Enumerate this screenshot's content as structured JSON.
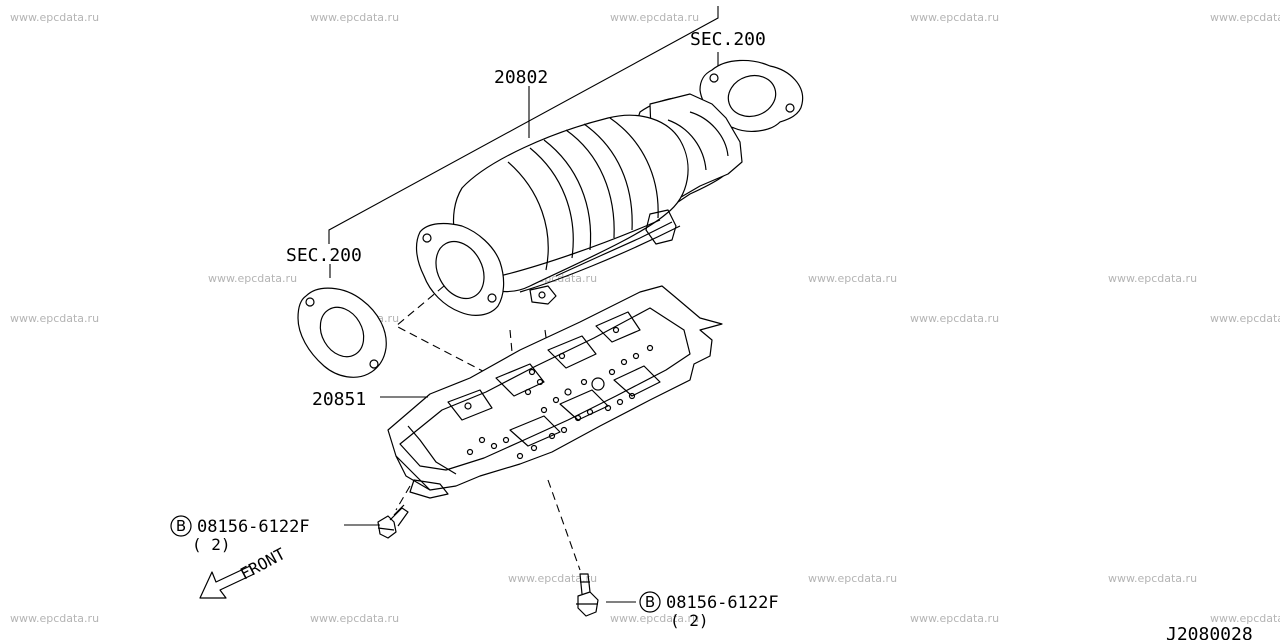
{
  "watermark": "www.epcdata.ru",
  "labels": {
    "sec_top": "SEC.200",
    "sec_left": "SEC.200",
    "part_converter": "20802",
    "part_insulator": "20851",
    "bolt_left_symbol": "B",
    "bolt_left_code": "08156-6122F",
    "bolt_left_qty": "( 2)",
    "bolt_right_symbol": "B",
    "bolt_right_code": "08156-6122F",
    "bolt_right_qty": "( 2)",
    "front": "FRONT",
    "diagram_code": "J2080028"
  }
}
